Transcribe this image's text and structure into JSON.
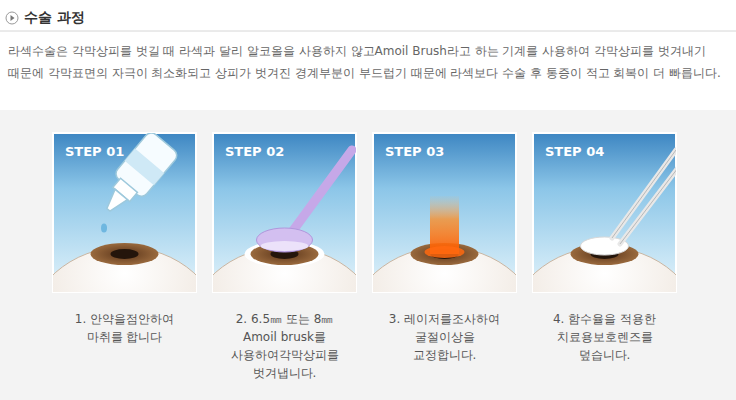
{
  "diagram": {
    "title": "수술 과정",
    "nodes": [
      {
        "text": [
          "STEP 01",
          "1. 안약을점안하여 마취를 합니다"
        ]
      },
      {
        "text": [
          "STEP 02",
          "2. 6.5㎜ 또는 8㎜ Amoil brusk를 사용하여각막상피를 벗겨냅니다."
        ]
      },
      {
        "text": [
          "STEP 03",
          "3. 레이저를조사하여 굴절이상을 교정합니다."
        ]
      },
      {
        "text": [
          "STEP 04",
          "4. 함수율을 적용한 치료용보호렌즈를 덮습니다."
        ]
      }
    ],
    "labels": [
      "라섹수술은 각막상피를 벗길 때 라섹과 달리 알코올을 사용하지 않고Amoil Brush라고 하는 기계를 사용하여 각막상피를 벗겨내기 때문에 각막표면의 자극이 최소화되고 상피가 벗겨진 경계부분이 부드럽기 때문에 라섹보다 수술 후 통증이 적고 회복이 더 빠릅니다."
    ]
  }
}
